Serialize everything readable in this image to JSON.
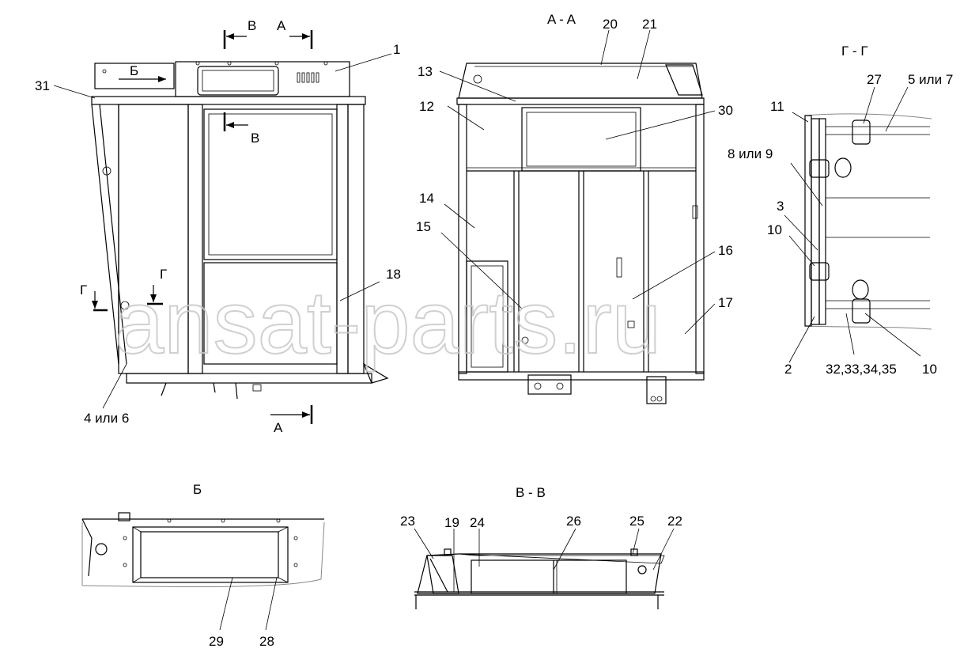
{
  "sections": {
    "aa": "A - A",
    "gg": "Г - Г",
    "b": "Б",
    "vv": "В - В"
  },
  "markers": {
    "v_top": "В",
    "a_top": "А",
    "b_arrow": "Б",
    "v_mid": "В",
    "g_left": "Г",
    "g_right": "Г",
    "a_bottom": "А"
  },
  "callouts": {
    "c1": "1",
    "c31": "31",
    "c18": "18",
    "c4or6": "4 или 6",
    "c20": "20",
    "c21": "21",
    "c13": "13",
    "c12": "12",
    "c30": "30",
    "c14": "14",
    "c15": "15",
    "c16": "16",
    "c17": "17",
    "c11": "11",
    "c27": "27",
    "c5or7": "5 или 7",
    "c8or9": "8 или 9",
    "c3": "3",
    "c10a": "10",
    "c2": "2",
    "c32_35": "32,33,34,35",
    "c10b": "10",
    "c29": "29",
    "c28": "28",
    "c23": "23",
    "c19": "19",
    "c24": "24",
    "c26": "26",
    "c25": "25",
    "c22": "22"
  },
  "watermark": "ansat-parts.ru"
}
